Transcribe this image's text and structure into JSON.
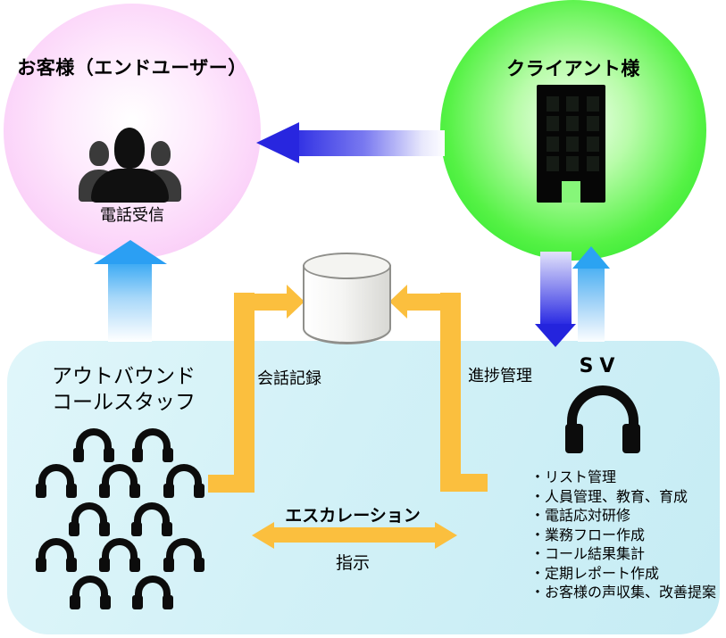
{
  "diagram": {
    "customer_circle": {
      "title": "お客様（エンドユーザー）",
      "caption": "電話受信",
      "icon": "people-group-icon",
      "edge_color": "#f6bdf3"
    },
    "client_circle": {
      "title": "クライアント様",
      "icon": "office-building-icon",
      "edge_color": "#17df1f"
    },
    "database": {
      "icon": "database-cylinder-icon",
      "label_left": "会話記録",
      "label_right": "進捗管理"
    },
    "staff_box": {
      "title_line1": "アウトバウンド",
      "title_line2": "コールスタッフ",
      "supervisor_label": "SV",
      "headset_icon": "headset-icon",
      "headset_count": 12,
      "duties": [
        "・リスト管理",
        "・人員管理、教育、育成",
        "・電話応対研修",
        "・業務フロー作成",
        "・コール結果集計",
        "・定期レポート作成",
        "・お客様の声収集、改善提案"
      ]
    },
    "escalation": {
      "label_top": "エスカレーション",
      "label_bottom": "指示"
    },
    "colors": {
      "yellow_arrow": "#fbbf3e",
      "blue_arrow": "#2a2ae2",
      "sky_arrow": "#2ba3f2",
      "box_background": "#cdeff6"
    }
  }
}
